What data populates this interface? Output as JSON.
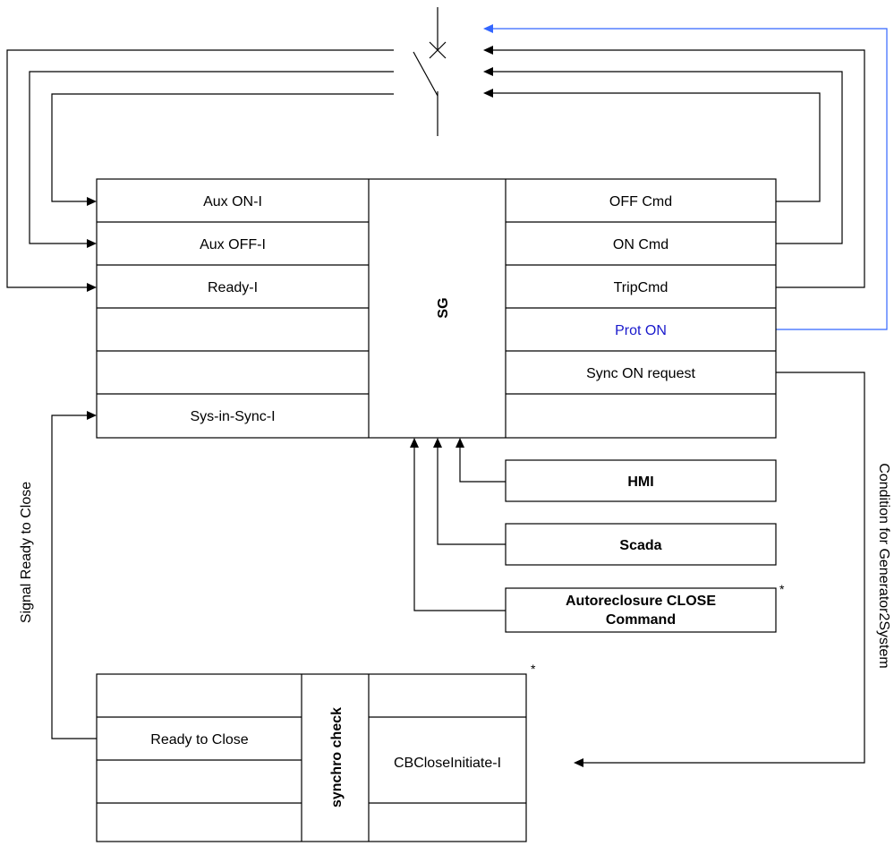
{
  "sg_block": {
    "title": "SG",
    "inputs": [
      "Aux ON-I",
      "Aux OFF-I",
      "Ready-I",
      "",
      "",
      "Sys-in-Sync-I"
    ],
    "outputs": [
      "OFF Cmd",
      "ON Cmd",
      "TripCmd",
      "Prot ON",
      "Sync ON request",
      ""
    ]
  },
  "command_sources": {
    "hmi": "HMI",
    "scada": "Scada",
    "autoreclosure_line1": "Autoreclosure CLOSE",
    "autoreclosure_line2": "Command",
    "autoreclosure_marker": "*"
  },
  "synchro_block": {
    "title": "synchro check",
    "marker": "*",
    "left_rows": [
      "",
      "Ready to Close",
      "",
      ""
    ],
    "right_rows": [
      "",
      "CBCloseInitiate-I",
      ""
    ]
  },
  "side_labels": {
    "left": "Signal Ready to Close",
    "right": "Condition for Generator2System"
  },
  "colors": {
    "line": "#000000",
    "prot_on_signal": "#3366ff",
    "prot_on_text": "#1a1acc"
  }
}
